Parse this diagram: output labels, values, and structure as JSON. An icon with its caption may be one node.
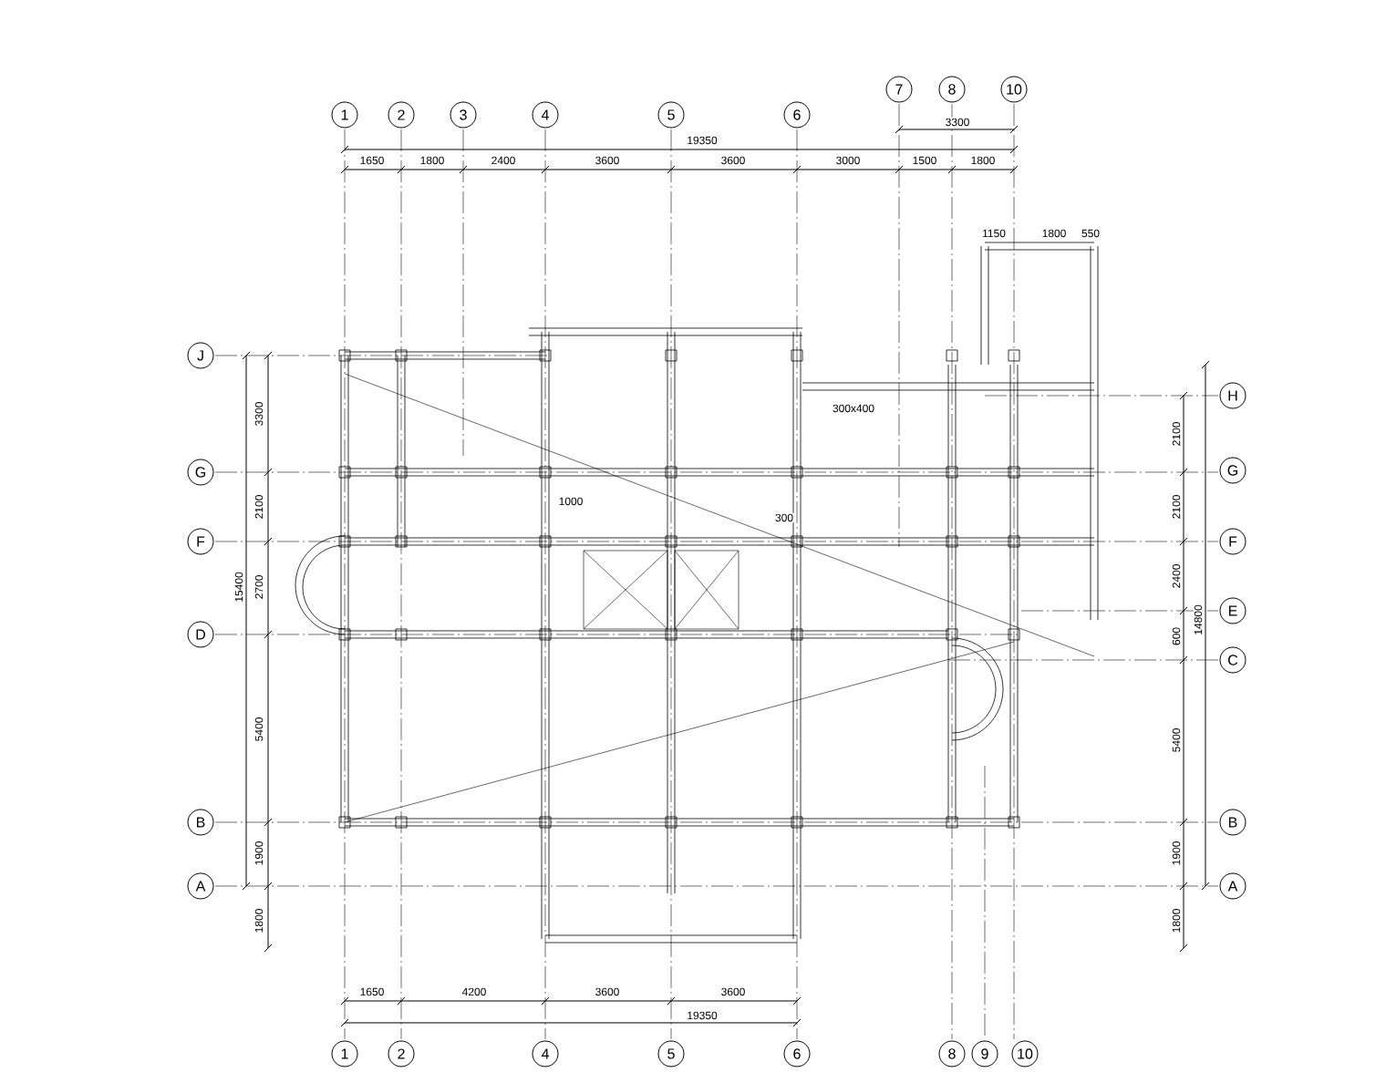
{
  "diagram": {
    "nodes": [
      {
        "text": [
          "1"
        ]
      },
      {
        "text": [
          "2"
        ]
      },
      {
        "text": [
          "3"
        ]
      },
      {
        "text": [
          "4"
        ]
      },
      {
        "text": [
          "5"
        ]
      },
      {
        "text": [
          "6"
        ]
      },
      {
        "text": [
          "7"
        ]
      },
      {
        "text": [
          "8"
        ]
      },
      {
        "text": [
          "10"
        ]
      },
      {
        "text": [
          "J"
        ]
      },
      {
        "text": [
          "G"
        ]
      },
      {
        "text": [
          "F"
        ]
      },
      {
        "text": [
          "D"
        ]
      },
      {
        "text": [
          "B"
        ]
      },
      {
        "text": [
          "A"
        ]
      },
      {
        "text": [
          "H"
        ]
      },
      {
        "text": [
          "G"
        ]
      },
      {
        "text": [
          "F"
        ]
      },
      {
        "text": [
          "E"
        ]
      },
      {
        "text": [
          "C"
        ]
      },
      {
        "text": [
          "B"
        ]
      },
      {
        "text": [
          "A"
        ]
      },
      {
        "text": [
          "1"
        ]
      },
      {
        "text": [
          "2"
        ]
      },
      {
        "text": [
          "4"
        ]
      },
      {
        "text": [
          "5"
        ]
      },
      {
        "text": [
          "6"
        ]
      },
      {
        "text": [
          "8"
        ]
      },
      {
        "text": [
          "9"
        ]
      },
      {
        "text": [
          "10"
        ]
      }
    ],
    "labels": [
      "19350",
      "3300",
      "1650",
      "1800",
      "2400",
      "3600",
      "3600",
      "3000",
      "1500",
      "1800",
      "1150",
      "1800",
      "550",
      "3300",
      "2100",
      "2700",
      "5400",
      "1900",
      "1800",
      "15400",
      "2100",
      "2100",
      "2400",
      "600",
      "5400",
      "1900",
      "1800",
      "14800",
      "1650",
      "4200",
      "3600",
      "3600",
      "19350",
      "1000",
      "300",
      "300x400"
    ]
  }
}
